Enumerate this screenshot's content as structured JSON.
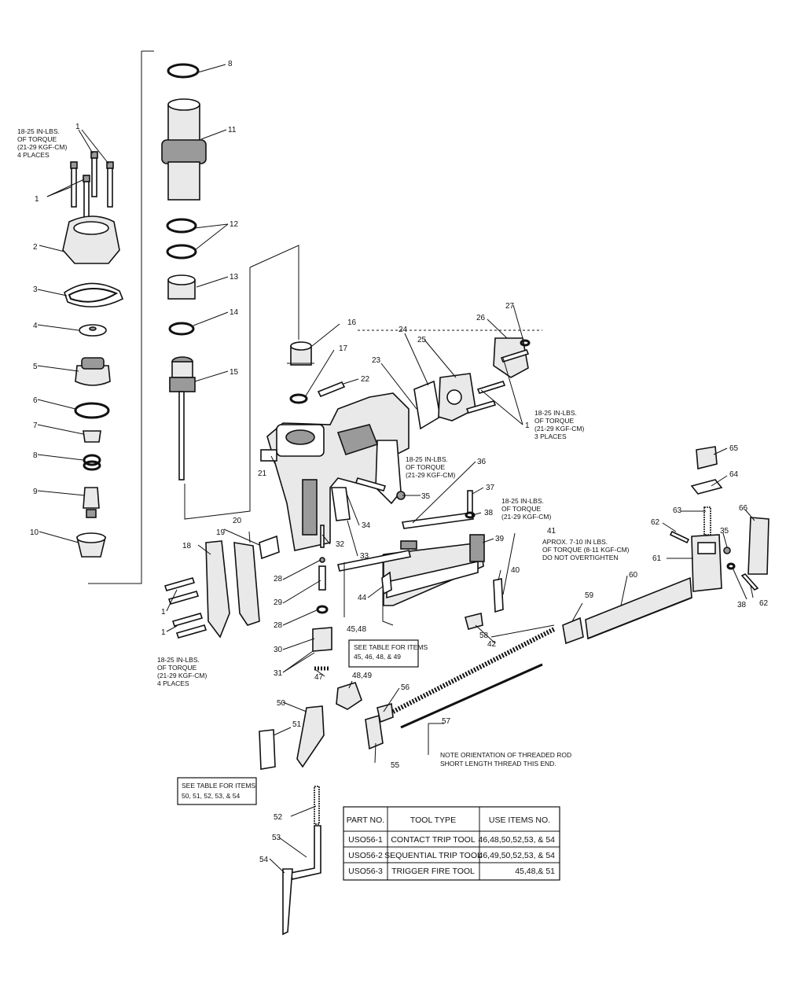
{
  "callouts": [
    {
      "id": "c1a",
      "text": "1"
    },
    {
      "id": "c1b",
      "text": "1"
    },
    {
      "id": "c1c",
      "text": "1"
    },
    {
      "id": "c1d",
      "text": "1"
    },
    {
      "id": "c1e",
      "text": "1"
    },
    {
      "id": "c2",
      "text": "2"
    },
    {
      "id": "c3",
      "text": "3"
    },
    {
      "id": "c4",
      "text": "4"
    },
    {
      "id": "c5",
      "text": "5"
    },
    {
      "id": "c6",
      "text": "6"
    },
    {
      "id": "c7",
      "text": "7"
    },
    {
      "id": "c8a",
      "text": "8"
    },
    {
      "id": "c8b",
      "text": "8"
    },
    {
      "id": "c9",
      "text": "9"
    },
    {
      "id": "c10",
      "text": "10"
    },
    {
      "id": "c11",
      "text": "11"
    },
    {
      "id": "c12",
      "text": "12"
    },
    {
      "id": "c13",
      "text": "13"
    },
    {
      "id": "c14",
      "text": "14"
    },
    {
      "id": "c15",
      "text": "15"
    },
    {
      "id": "c16",
      "text": "16"
    },
    {
      "id": "c17",
      "text": "17"
    },
    {
      "id": "c18",
      "text": "18"
    },
    {
      "id": "c19",
      "text": "19"
    },
    {
      "id": "c20",
      "text": "20"
    },
    {
      "id": "c21",
      "text": "21"
    },
    {
      "id": "c22",
      "text": "22"
    },
    {
      "id": "c23",
      "text": "23"
    },
    {
      "id": "c24",
      "text": "24"
    },
    {
      "id": "c25",
      "text": "25"
    },
    {
      "id": "c26",
      "text": "26"
    },
    {
      "id": "c27",
      "text": "27"
    },
    {
      "id": "c28a",
      "text": "28"
    },
    {
      "id": "c28b",
      "text": "28"
    },
    {
      "id": "c29",
      "text": "29"
    },
    {
      "id": "c30",
      "text": "30"
    },
    {
      "id": "c31",
      "text": "31"
    },
    {
      "id": "c32",
      "text": "32"
    },
    {
      "id": "c33",
      "text": "33"
    },
    {
      "id": "c34",
      "text": "34"
    },
    {
      "id": "c35a",
      "text": "35"
    },
    {
      "id": "c35b",
      "text": "35"
    },
    {
      "id": "c36",
      "text": "36"
    },
    {
      "id": "c37",
      "text": "37"
    },
    {
      "id": "c38a",
      "text": "38"
    },
    {
      "id": "c38b",
      "text": "38"
    },
    {
      "id": "c39",
      "text": "39"
    },
    {
      "id": "c40",
      "text": "40"
    },
    {
      "id": "c41",
      "text": "41"
    },
    {
      "id": "c42",
      "text": "42"
    },
    {
      "id": "c44",
      "text": "44"
    },
    {
      "id": "c4548",
      "text": "45,48"
    },
    {
      "id": "c47",
      "text": "47"
    },
    {
      "id": "c4849",
      "text": "48,49"
    },
    {
      "id": "c50",
      "text": "50"
    },
    {
      "id": "c51",
      "text": "51"
    },
    {
      "id": "c52",
      "text": "52"
    },
    {
      "id": "c53",
      "text": "53"
    },
    {
      "id": "c54",
      "text": "54"
    },
    {
      "id": "c55",
      "text": "55"
    },
    {
      "id": "c56",
      "text": "56"
    },
    {
      "id": "c57",
      "text": "57"
    },
    {
      "id": "c58",
      "text": "58"
    },
    {
      "id": "c59",
      "text": "59"
    },
    {
      "id": "c60",
      "text": "60"
    },
    {
      "id": "c61",
      "text": "61"
    },
    {
      "id": "c62a",
      "text": "62"
    },
    {
      "id": "c62b",
      "text": "62"
    },
    {
      "id": "c63",
      "text": "63"
    },
    {
      "id": "c64",
      "text": "64"
    },
    {
      "id": "c65",
      "text": "65"
    },
    {
      "id": "c66",
      "text": "66"
    }
  ],
  "notes": {
    "torque_top_left": [
      "18-25 IN-LBS.",
      "OF TORQUE",
      "(21-29 KGF-CM)",
      "4 PLACES"
    ],
    "torque_right": [
      "18-25 IN-LBS.",
      "OF TORQUE",
      "(21-29 KGF-CM)",
      "3 PLACES"
    ],
    "torque_handle": [
      "18-25 IN-LBS.",
      "OF TORQUE",
      "(21-29 KGF-CM)"
    ],
    "torque_37": [
      "18-25 IN-LBS.",
      "OF TORQUE",
      "(21-29 KGF-CM)"
    ],
    "torque_41": [
      "APROX. 7-10 IN LBS.",
      "OF TORQUE (8-11 KGF-CM)",
      "DO NOT OVERTIGHTEN"
    ],
    "torque_bottom_left": [
      "18-25 IN-LBS.",
      "OF TORQUE",
      "(21-29 KGF-CM)",
      "4 PLACES"
    ],
    "threaded_rod": [
      "NOTE ORIENTATION OF THREADED ROD",
      "SHORT LENGTH THREAD THIS END."
    ],
    "see_table_45": [
      "SEE TABLE FOR ITEMS",
      "45, 46, 48, & 49"
    ],
    "see_table_50": [
      "SEE TABLE FOR ITEMS",
      "50, 51, 52, 53, & 54"
    ]
  },
  "parts_table": {
    "headers": [
      "PART NO.",
      "TOOL TYPE",
      "USE ITEMS NO."
    ],
    "rows": [
      [
        "USO56-1",
        "CONTACT TRIP TOOL",
        "46,48,50,52,53, & 54"
      ],
      [
        "USO56-2",
        "SEQUENTIAL TRIP TOOL",
        "46,49,50,52,53, & 54"
      ],
      [
        "USO56-3",
        "TRIGGER FIRE TOOL",
        "45,48,& 51"
      ]
    ]
  }
}
